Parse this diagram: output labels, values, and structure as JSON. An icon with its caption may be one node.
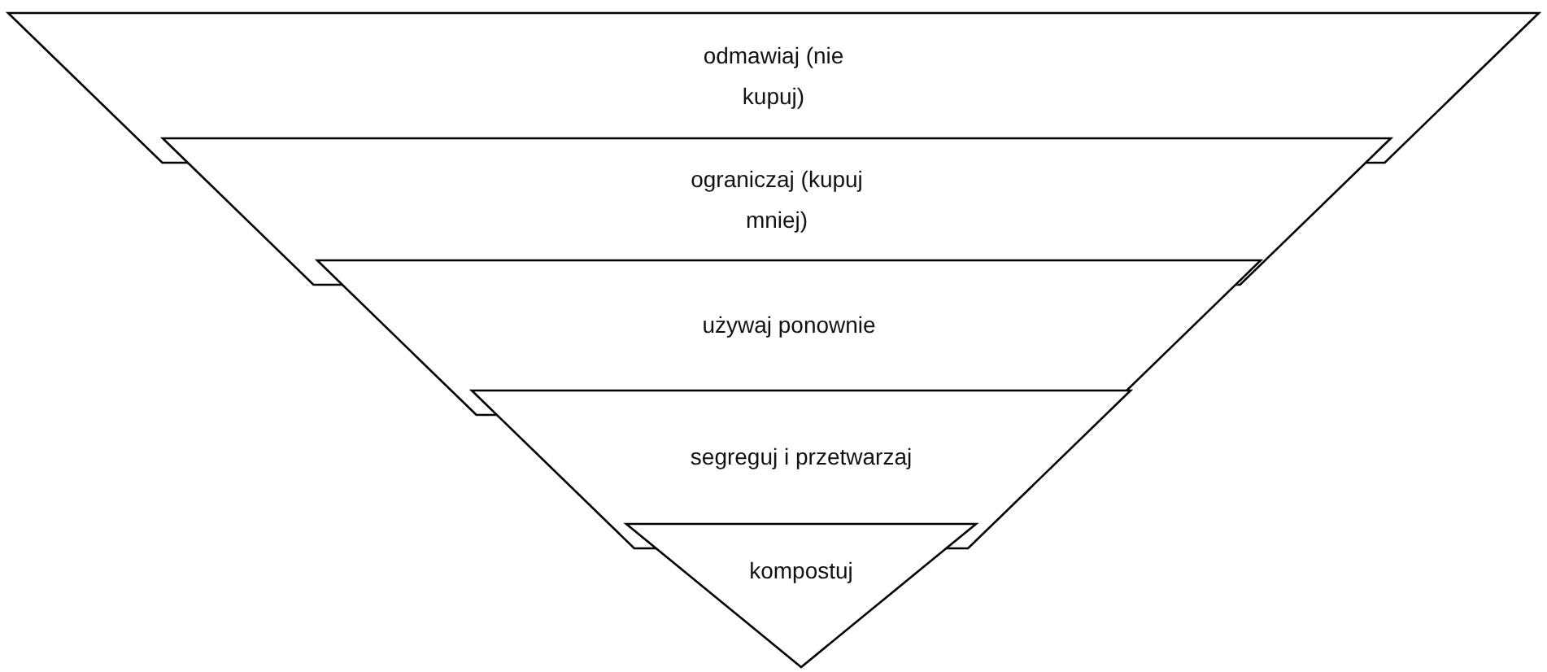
{
  "diagram": {
    "nodes": [
      {
        "text": [
          "odmawiaj (nie kupuj)"
        ]
      },
      {
        "text": [
          "ograniczaj (kupuj mniej)"
        ]
      },
      {
        "text": [
          "używaj ponownie"
        ]
      },
      {
        "text": [
          "segreguj i przetwarzaj"
        ]
      },
      {
        "text": [
          "kompostuj"
        ]
      }
    ]
  }
}
